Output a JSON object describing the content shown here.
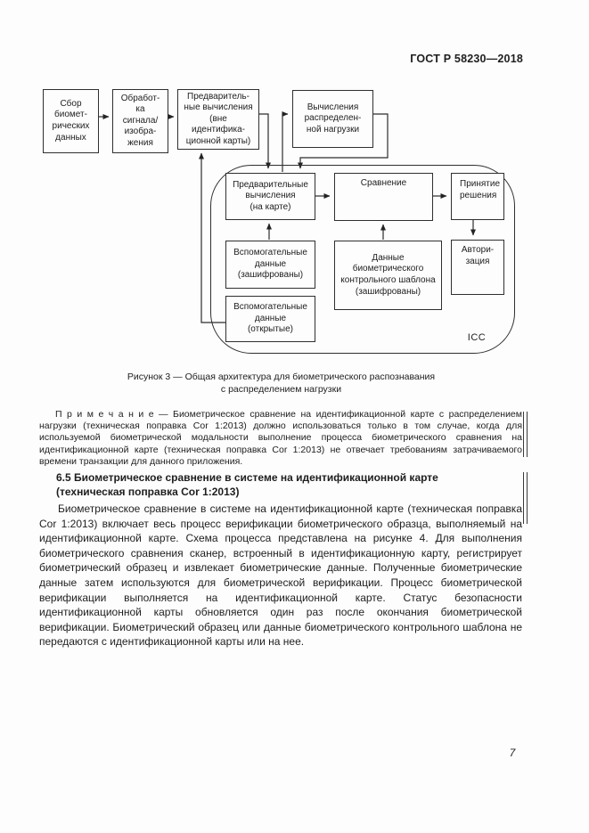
{
  "document": {
    "header": "ГОСТ Р 58230—2018",
    "page_number": "7"
  },
  "diagram": {
    "card_label": "ICC",
    "boxes": {
      "collect": "Сбор\nбиомет-\nрических\nданных",
      "signal_processing": "Обработ-\nка\nсигнала/\nизобра-\nжения",
      "precompute_offcard": "Предваритель-\nные вычисления\n(вне\nидентифика-\nционной карты)",
      "distributed_load": "Вычисления\nраспределен-\nной нагрузки",
      "precompute_oncard": "Предварительные\nвычисления\n(на карте)",
      "comparison": "Сравнение",
      "decision": "Принятие\nрешения",
      "aux_encrypted": "Вспомогательные\nданные\n(зашифрованы)",
      "reference_template": "Данные\nбиометрического\nконтрольного шаблона\n(зашифрованы)",
      "authorization": "Автори-\nзация",
      "aux_open": "Вспомогательные\nданные\n(открытые)"
    }
  },
  "figure_caption": "Рисунок 3 — Общая архитектура для биометрического распознавания\nс распределением нагрузки",
  "note": "П р и м е ч а н и е — Биометрическое сравнение на идентификационной карте с распределением нагрузки (техническая поправка Cor 1:2013) должно использоваться только в том случае, когда для используемой биометрической модальности выполнение процесса биометрического сравнения на идентификационной карте (техническая поправка Cor 1:2013) не отвечает требованиям затрачиваемого времени транзакции для данного приложения.",
  "section": {
    "heading": "6.5 Биометрическое сравнение в системе на идентификационной карте\n(техническая поправка Cor 1:2013)",
    "body": "Биометрическое сравнение в системе на идентификационной карте (техническая поправка Cor 1:2013) включает весь процесс верификации биометрического образца, выполняемый на идентификационной карте. Схема процесса представлена на рисунке 4. Для выполнения биометрического сравнения сканер, встроенный в идентификационную карту, регистрирует биометрический образец и извлекает биометрические данные. Полученные биометрические данные затем используются для биометрической верификации. Процесс биометрической верификации выполняется на идентификационной карте. Статус безопасности идентификационной карты обновляется один раз после окончания биометрической верификации. Биометрический образец или данные биометрического контрольного шаблона не передаются с идентификационной карты или на нее."
  }
}
